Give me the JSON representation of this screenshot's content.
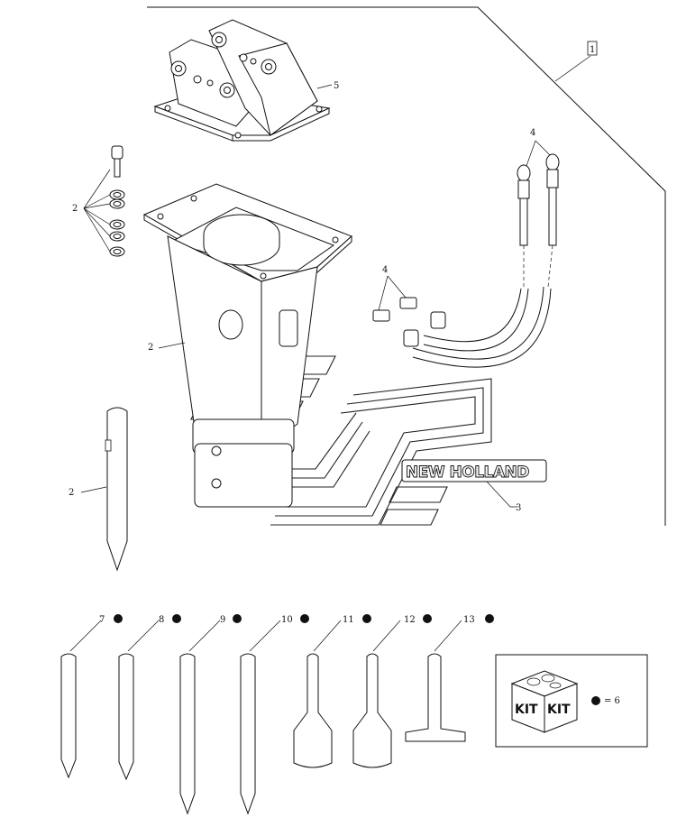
{
  "callouts": {
    "frame": "1",
    "screws": "2",
    "body": "2",
    "chisel": "2",
    "decal": "3",
    "hoses": "4",
    "fittings": "4",
    "bracket": "5"
  },
  "tools": [
    {
      "label": "7"
    },
    {
      "label": "8"
    },
    {
      "label": "9"
    },
    {
      "label": "10"
    },
    {
      "label": "11"
    },
    {
      "label": "12"
    },
    {
      "label": "13"
    }
  ],
  "brand_text": "NEW HOLLAND",
  "kit": {
    "label_left": "KIT",
    "label_right": "KIT",
    "legend": "= 6"
  }
}
